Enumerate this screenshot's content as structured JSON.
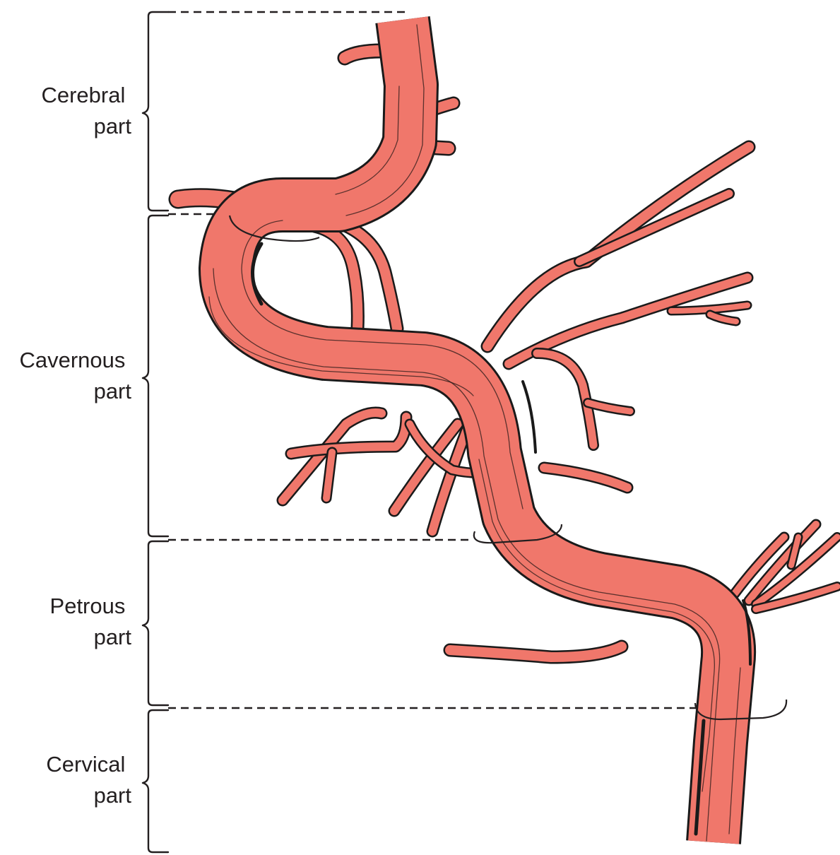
{
  "figure": {
    "labels": {
      "cerebral": [
        "Cerebral",
        "part"
      ],
      "cavernous": [
        "Cavernous",
        "part"
      ],
      "petrous": [
        "Petrous",
        "part"
      ],
      "cervical": [
        "Cervical",
        "part"
      ]
    }
  },
  "colors": {
    "artery": "#f0776b",
    "outline": "#1a1a1a",
    "text": "#231f20",
    "background": "#ffffff"
  }
}
